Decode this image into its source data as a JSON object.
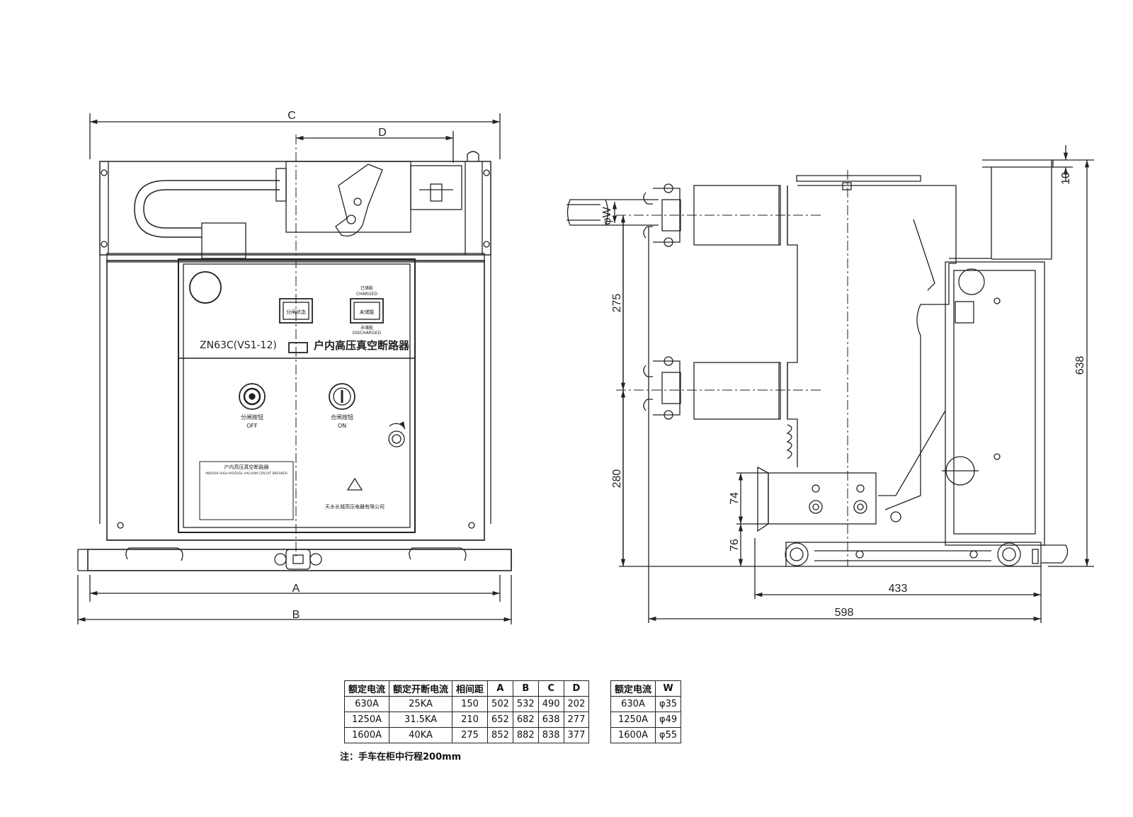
{
  "front_view": {
    "dims": {
      "C": "C",
      "D": "D",
      "A": "A",
      "B": "B"
    },
    "model_label": "ZN63C(VS1-12)",
    "title_cn": "户内高压真空断路器",
    "open_state_label": "分闸状态",
    "charged_cn": "已储能",
    "charged_en": "CHARGED",
    "uncharged_label": "未储能",
    "discharged_cn": "未储能",
    "discharged_en": "DISCHARGED",
    "off_cn": "分闸按钮",
    "off_en": "OFF",
    "on_cn": "合闸按钮",
    "on_en": "ON",
    "nameplate_title_cn": "户内高压真空断路器",
    "nameplate_title_en": "INDOOR HIGH-VOLTAGE VACUUM CIRCUIT BREAKER",
    "manufacturer": "天水长城高压电器有限公司"
  },
  "side_view": {
    "dims": {
      "w": "φW",
      "d275": "275",
      "d280": "280",
      "d74": "74",
      "d76": "76",
      "d10": "10",
      "d638": "638",
      "d433": "433",
      "d598": "598"
    }
  },
  "table_main": {
    "headers": [
      "额定电流",
      "额定开断电流",
      "相间距",
      "A",
      "B",
      "C",
      "D"
    ],
    "rows": [
      [
        "630A",
        "25KA",
        "150",
        "502",
        "532",
        "490",
        "202"
      ],
      [
        "1250A",
        "31.5KA",
        "210",
        "652",
        "682",
        "638",
        "277"
      ],
      [
        "1600A",
        "40KA",
        "275",
        "852",
        "882",
        "838",
        "377"
      ]
    ]
  },
  "table_w": {
    "headers": [
      "额定电流",
      "W"
    ],
    "rows": [
      [
        "630A",
        "φ35"
      ],
      [
        "1250A",
        "φ49"
      ],
      [
        "1600A",
        "φ55"
      ]
    ]
  },
  "note": "注：手车在柜中行程200mm"
}
